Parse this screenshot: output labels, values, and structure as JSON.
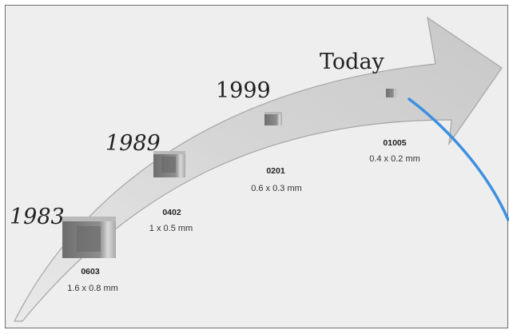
{
  "milestones": [
    {
      "year": "1983",
      "code": "0603",
      "dimensions": "1.6 x 0.8 mm"
    },
    {
      "year": "1989",
      "code": "0402",
      "dimensions": "1 x 0.5 mm"
    },
    {
      "year": "1999",
      "code": "0201",
      "dimensions": "0.6 x 0.3 mm"
    },
    {
      "year": "Today",
      "code": "01005",
      "dimensions": "0.4 x 0.2 mm"
    }
  ],
  "colors": {
    "background": "#eeeeee",
    "arrow": "#cfcfcf",
    "arrow_edge": "#9a9a9a",
    "chip": "#8c8c8c",
    "pointer_line": "#3d8fe0"
  }
}
